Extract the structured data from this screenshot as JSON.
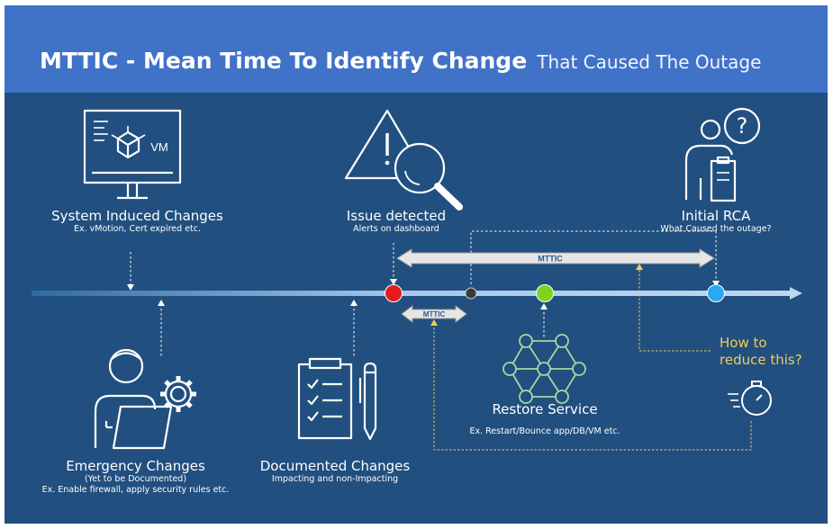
{
  "header": {
    "title_main": "MTTIC - Mean Time To Identify Change",
    "title_sub": "That Caused The Outage"
  },
  "nodes": {
    "system_induced": {
      "title": "System Induced Changes",
      "subtitle": "Ex. vMotion, Cert expired etc.",
      "icon_text": "VM"
    },
    "issue_detected": {
      "title": "Issue detected",
      "subtitle": "Alerts on dashboard"
    },
    "initial_rca": {
      "title": "Initial RCA",
      "subtitle": "What Caused the outage?"
    },
    "emergency": {
      "title": "Emergency Changes",
      "subtitle_1": "(Yet to be Documented)",
      "subtitle_2": "Ex. Enable firewall, apply security rules etc."
    },
    "documented": {
      "title": "Documented Changes",
      "subtitle": "Impacting and non-Impacting"
    },
    "restore": {
      "title": "Restore Service",
      "subtitle": "Ex. Restart/Bounce app/DB/VM etc."
    }
  },
  "mttic_long_label": "MTTIC",
  "mttic_short_label": "MTTIC",
  "reduce": {
    "line1": "How to",
    "line2": "reduce this?"
  },
  "colors": {
    "header": "#4072c8",
    "background": "#214f7f",
    "timeline": "#9cc2ea",
    "dot_issue": "#e41c1c",
    "dot_change": "#3a3a3a",
    "dot_restore": "#7ed321",
    "dot_rca": "#29a9ee",
    "accent": "#f1cb5a"
  },
  "icons": [
    "monitor-vm-icon",
    "warning-magnifier-icon",
    "person-question-icon",
    "person-laptop-gear-icon",
    "clipboard-checklist-icon",
    "network-nodes-icon",
    "stopwatch-icon"
  ]
}
